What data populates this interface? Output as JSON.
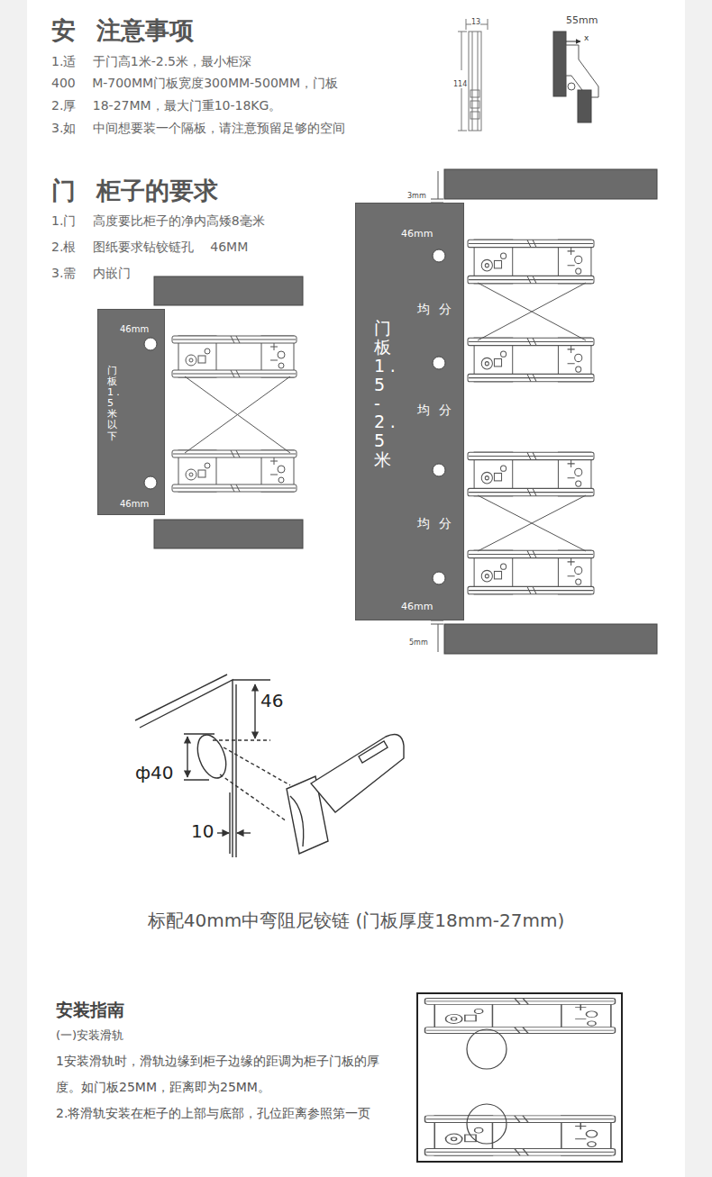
{
  "diagram": {
    "caption": "标配40mm中弯阻尼铰链 (门板厚度18mm-27mm)",
    "nodes": [
      {
        "text": [
          "46mm",
          "门板1.5米以下",
          "46mm"
        ]
      },
      {
        "text": [
          "46mm",
          "门板1.5-2.5米",
          "均分",
          "均分",
          "均分",
          "46mm"
        ]
      }
    ],
    "labels": [
      "安 注意事项",
      "1.适 于门高1米-2.5米，最小柜深",
      "400 M-700MM门板宽度300MM-500MM，门板",
      "2.厚 18-27MM，最大门重10-18KG。",
      "3.如 中间想要装一个隔板，请注意预留足够的空间",
      "13",
      "114",
      "55mm",
      "x",
      "门 柜子的要求",
      "1.门 高度要比柜子的净内高矮8毫米",
      "2.根 图纸要求钻铰链孔 46MM",
      "3.需 内嵌门",
      "3mm",
      "5mm",
      "46",
      "ф40",
      "10",
      "安装指南",
      "(一)安装滑轨",
      "1安装滑轨时，滑轨边缘到柜子边缘的距调为柜子门板的厚度。如门板25MM，距离即为25MM。",
      "2.将滑轨安装在柜子的上部与底部，孔位距离参照第一页"
    ]
  }
}
